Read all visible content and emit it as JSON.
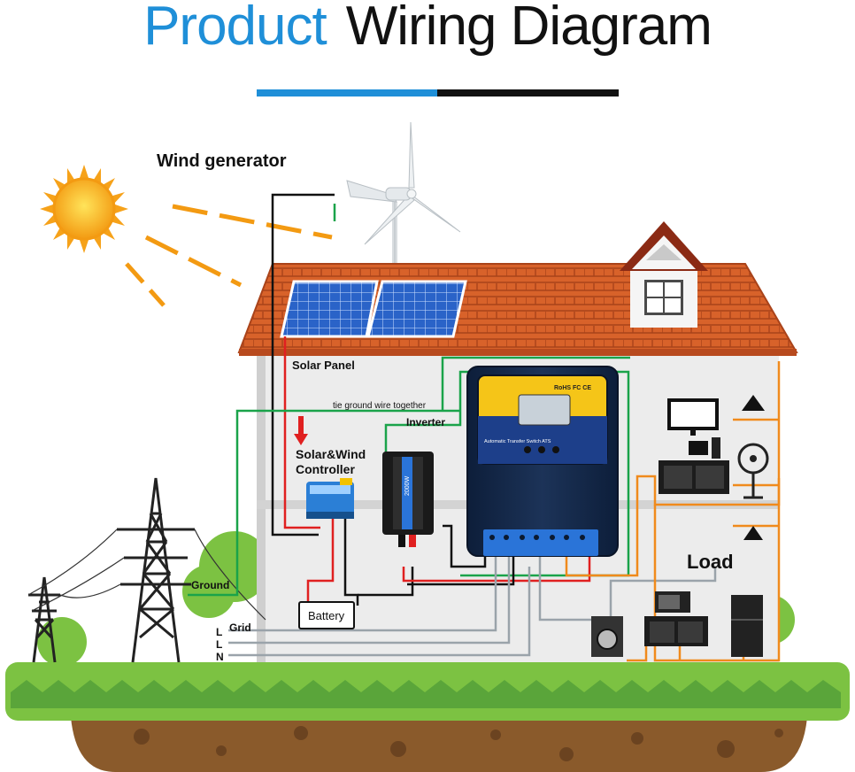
{
  "header": {
    "title_part1": "Product",
    "title_part2": "Wiring Diagram"
  },
  "labels": {
    "wind_generator": "Wind generator",
    "solar_panel": "Solar Panel",
    "tie_ground": "tie ground wire together",
    "inverter": "Inverter",
    "controller_line1": "Solar&Wind",
    "controller_line2": "Controller",
    "ground": "Ground",
    "battery": "Battery",
    "grid": "Grid",
    "grid_l1": "L",
    "grid_l2": "L",
    "grid_n": "N",
    "load": "Load"
  },
  "devices": {
    "ats_cert": "RoHS FC CE",
    "ats_name": "Automatic Transfer Switch ATS",
    "inverter_rating": "2000W"
  },
  "colors": {
    "title_blue": "#1f8fd8",
    "wire_red": "#e02020",
    "wire_black": "#111111",
    "wire_green": "#1aa34a",
    "wire_gray": "#9aa3aa",
    "wire_orange": "#f08a1c",
    "roof": "#d8622a",
    "grass": "#7cc242",
    "soil": "#8a5a2b"
  }
}
